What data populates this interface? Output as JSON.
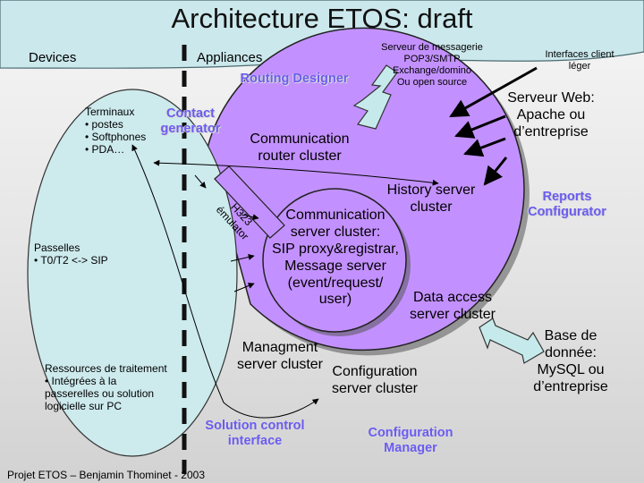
{
  "title": "Architecture ETOS: draft",
  "headers": {
    "devices": "Devices",
    "appliances": "Appliances"
  },
  "external": {
    "messaging_server": "Serveur de messagerie\nPOP3/SMTP\nExchange/domino\nOu open source",
    "thin_clients": "Interfaces client\nléger",
    "web_server": "Serveur Web:\nApache ou\nd’entreprise",
    "database": "Base de\ndonnée:\nMySQL ou\nd’entreprise"
  },
  "devices": {
    "terminals": "Terminaux\n• postes\n• Softphones\n• PDA…",
    "gateways": "Passelles\n• T0/T2 <-> SIP",
    "processing": "Ressources de traitement\n• Intégrées à la\npasserelles ou solution\nlogicielle sur PC"
  },
  "tools": {
    "routing_designer": "Routing Designer",
    "contact_generator": "Contact\ngenerator",
    "reports_configurator": "Reports\nConfigurator",
    "solution_control_interface": "Solution control\ninterface",
    "configuration_manager": "Configuration\nManager"
  },
  "clusters": {
    "communication_router": "Communication\nrouter cluster",
    "history_server": "History server\ncluster",
    "communication_server": "Communication\nserver cluster:\nSIP proxy&registrar,\nMessage server\n(event/request/\nuser)",
    "data_access": "Data access\nserver cluster",
    "management": "Managment\nserver cluster",
    "configuration": "Configuration\nserver cluster"
  },
  "h323_emulator": "H323\némulator",
  "footer": "Projet ETOS – Benjamin Thominet - 2003",
  "colors": {
    "header_band": "#cbe8ec",
    "cluster_fill": "#c391ff",
    "device_ellipse": "#cdeaed",
    "tool_label": "#6a5cf0",
    "arrow_fill": "#c6eaec"
  }
}
